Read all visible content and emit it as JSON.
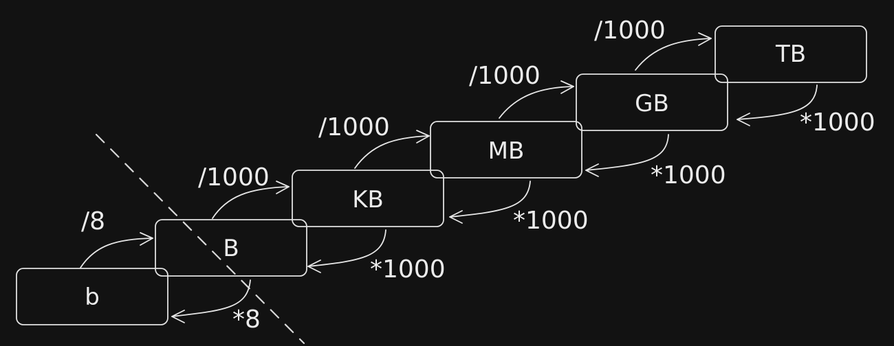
{
  "diagram": {
    "units": [
      {
        "key": "bit",
        "label": "b"
      },
      {
        "key": "byte",
        "label": "B"
      },
      {
        "key": "kilobyte",
        "label": "KB"
      },
      {
        "key": "megabyte",
        "label": "MB"
      },
      {
        "key": "gigabyte",
        "label": "GB"
      },
      {
        "key": "terabyte",
        "label": "TB"
      }
    ],
    "up_conversions": [
      {
        "from": "b",
        "to": "B",
        "label": "/8"
      },
      {
        "from": "B",
        "to": "KB",
        "label": "/1000"
      },
      {
        "from": "KB",
        "to": "MB",
        "label": "/1000"
      },
      {
        "from": "MB",
        "to": "GB",
        "label": "/1000"
      },
      {
        "from": "GB",
        "to": "TB",
        "label": "/1000"
      }
    ],
    "down_conversions": [
      {
        "from": "B",
        "to": "b",
        "label": "*8"
      },
      {
        "from": "KB",
        "to": "B",
        "label": "*1000"
      },
      {
        "from": "MB",
        "to": "KB",
        "label": "*1000"
      },
      {
        "from": "GB",
        "to": "MB",
        "label": "*1000"
      },
      {
        "from": "TB",
        "to": "GB",
        "label": "*1000"
      }
    ]
  },
  "colors": {
    "background": "#121212",
    "stroke": "#e6e6e6",
    "text": "#ececec"
  }
}
